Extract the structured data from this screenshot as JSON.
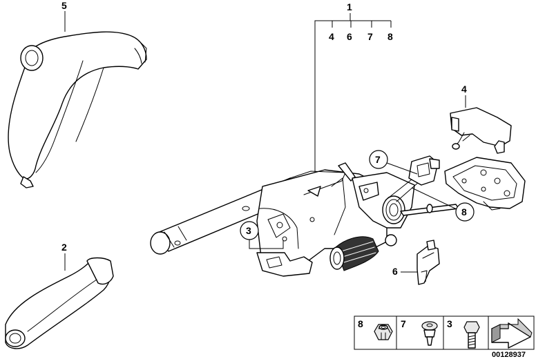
{
  "callouts": {
    "c1": "1",
    "c1_subs": [
      "4",
      "6",
      "7",
      "8"
    ],
    "c2": "2",
    "c3": "3",
    "c4": "4",
    "c5": "5",
    "c6": "6",
    "c7": "7",
    "c8": "8"
  },
  "legend": {
    "items": [
      {
        "number": "8",
        "icon": "hex-nut-icon"
      },
      {
        "number": "7",
        "icon": "rivet-icon"
      },
      {
        "number": "3",
        "icon": "bolt-icon"
      }
    ],
    "arrow_icon": "direction-arrow-icon"
  },
  "diagram_id": "00128937"
}
